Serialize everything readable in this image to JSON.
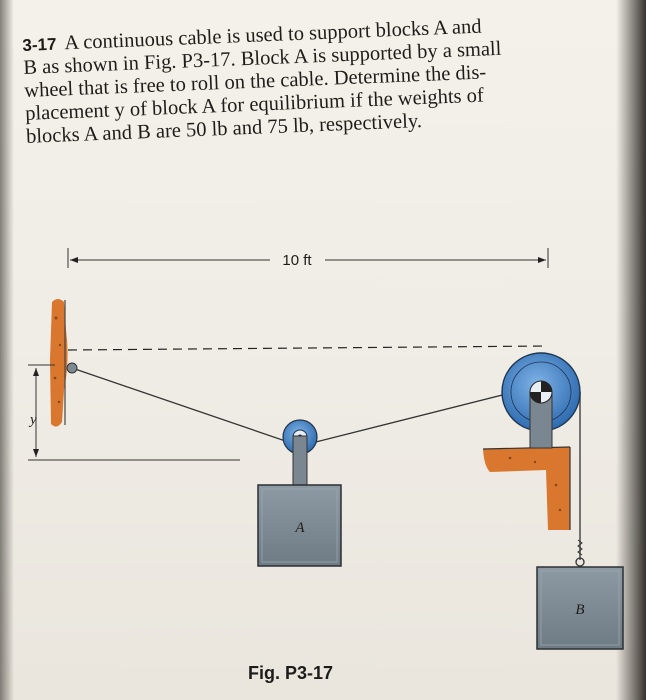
{
  "problem": {
    "number": "3-17",
    "lines": [
      "A continuous cable is used to support blocks A and",
      "B as shown in Fig. P3-17. Block A is supported by a small",
      "wheel that is free to roll on the cable. Determine the dis-",
      "placement y of block A for equilibrium if the weights of",
      "blocks A and B are 50 lb and 75 lb, respectively."
    ]
  },
  "figure": {
    "span_label": "10 ft",
    "displacement_label": "y",
    "block_a_label": "A",
    "block_b_label": "B",
    "caption": "Fig. P3-17"
  },
  "colors": {
    "page": "#f2efe8",
    "text": "#1f1c1a",
    "block_fill": "#7d8a93",
    "pulley_blue": "#3f7fc0",
    "support_orange": "#d9772e"
  }
}
